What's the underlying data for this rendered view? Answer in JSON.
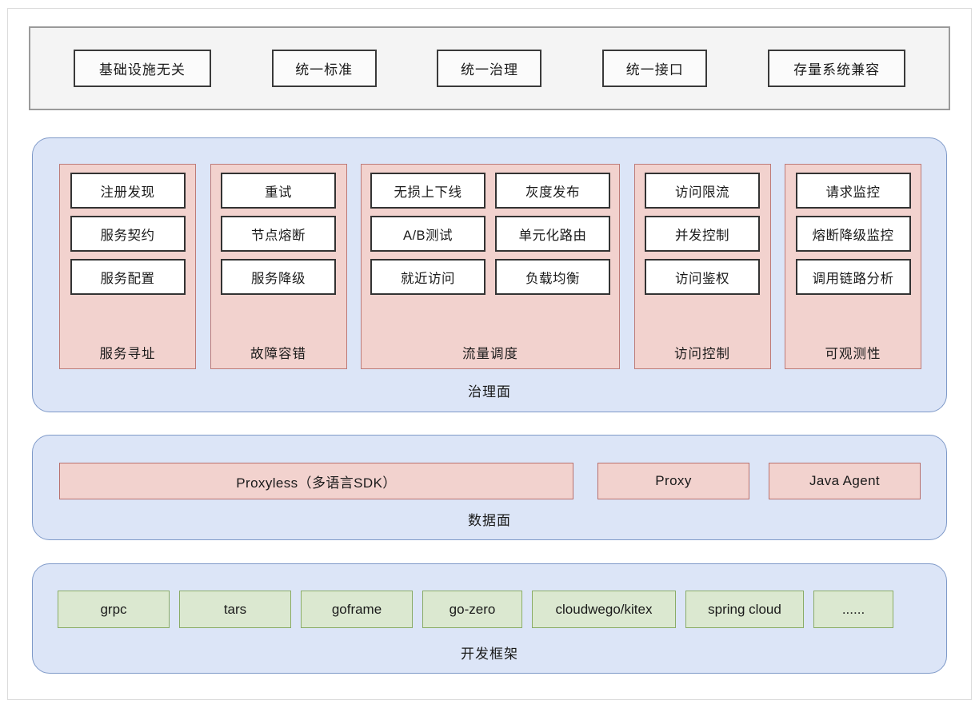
{
  "colors": {
    "plane_fill": "#dce5f7",
    "plane_border": "#7e99c8",
    "group_fill": "#f2d2ce",
    "group_border": "#bd7b78",
    "item_fill": "#ffffff",
    "item_border": "#333333",
    "principles_bar_fill": "#f4f4f4",
    "principles_bar_border": "#9a9a9a",
    "framework_fill": "#dbe8d0",
    "framework_border": "#8aac66",
    "page_border": "#dcdcdc"
  },
  "principles": {
    "items": [
      {
        "label": "基础设施无关"
      },
      {
        "label": "统一标准"
      },
      {
        "label": "统一治理"
      },
      {
        "label": "统一接口"
      },
      {
        "label": "存量系统兼容"
      }
    ]
  },
  "governance_plane": {
    "label": "治理面",
    "groups": [
      {
        "label": "服务寻址",
        "columns": 1,
        "items": [
          "注册发现",
          "服务契约",
          "服务配置"
        ]
      },
      {
        "label": "故障容错",
        "columns": 1,
        "items": [
          "重试",
          "节点熔断",
          "服务降级"
        ]
      },
      {
        "label": "流量调度",
        "columns": 2,
        "items": [
          "无损上下线",
          "灰度发布",
          "A/B测试",
          "单元化路由",
          "就近访问",
          "负载均衡"
        ]
      },
      {
        "label": "访问控制",
        "columns": 1,
        "items": [
          "访问限流",
          "并发控制",
          "访问鉴权"
        ]
      },
      {
        "label": "可观测性",
        "columns": 1,
        "items": [
          "请求监控",
          "熔断降级监控",
          "调用链路分析"
        ]
      }
    ]
  },
  "data_plane": {
    "label": "数据面",
    "items": [
      {
        "label": "Proxyless（多语言SDK）"
      },
      {
        "label": "Proxy"
      },
      {
        "label": "Java Agent"
      }
    ]
  },
  "framework_plane": {
    "label": "开发框架",
    "items": [
      {
        "label": "grpc"
      },
      {
        "label": "tars"
      },
      {
        "label": "goframe"
      },
      {
        "label": "go-zero"
      },
      {
        "label": "cloudwego/kitex"
      },
      {
        "label": "spring cloud"
      },
      {
        "label": "......"
      }
    ]
  }
}
